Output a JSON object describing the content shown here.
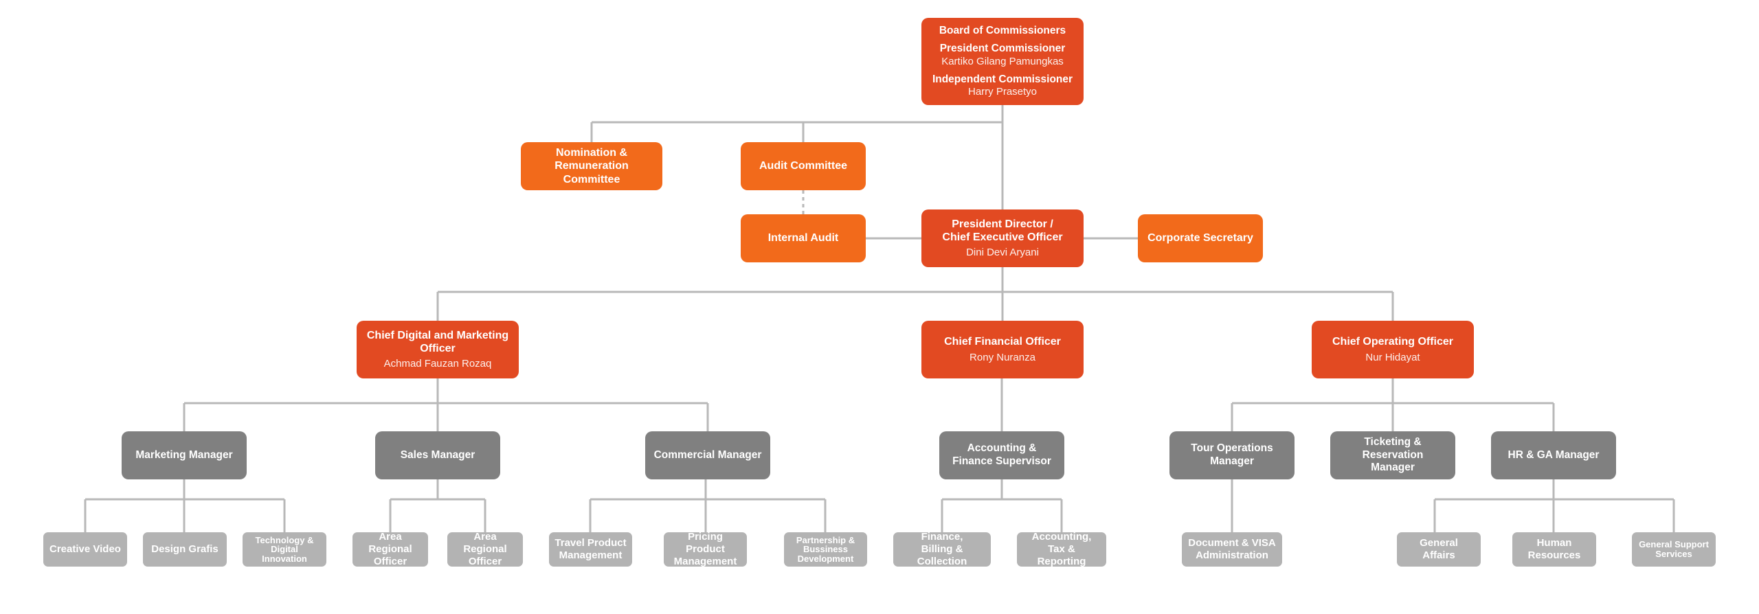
{
  "board": {
    "title": "Board of Commissioners",
    "members": [
      {
        "role": "President Commissioner",
        "name": "Kartiko Gilang Pamungkas"
      },
      {
        "role": "Independent Commissioner",
        "name": "Harry Prasetyo"
      }
    ]
  },
  "committees": {
    "nomination": "Nomination & Remuneration\nCommittee",
    "audit": "Audit Committee"
  },
  "internal_audit": "Internal Audit",
  "ceo": {
    "title": "President Director /\nChief Executive Officer",
    "name": "Dini Devi Aryani"
  },
  "corporate_secretary": "Corporate Secretary",
  "chiefs": {
    "cdmo": {
      "title": "Chief Digital and Marketing\nOfficer",
      "name": "Achmad Fauzan Rozaq"
    },
    "cfo": {
      "title": "Chief Financial Officer",
      "name": "Rony Nuranza"
    },
    "coo": {
      "title": "Chief Operating Officer",
      "name": "Nur Hidayat"
    }
  },
  "managers": {
    "marketing": "Marketing Manager",
    "sales": "Sales Manager",
    "commercial": "Commercial Manager",
    "accounting": "Accounting &\nFinance Supervisor",
    "tour": "Tour Operations\nManager",
    "ticketing": "Ticketing & Reservation\nManager",
    "hr": "HR & GA Manager"
  },
  "units": {
    "creative_video": "Creative Video",
    "design_grafis": "Design Grafis",
    "tech_digital": "Technology &\nDigital Innovation",
    "area_regional_1": "Area Regional\nOfficer",
    "area_regional_2": "Area Regional\nOfficer",
    "travel_product": "Travel Product\nManagement",
    "pricing_product": "Pricing Product\nManagement",
    "partnership": "Partnership &\nBussiness\nDevelopment",
    "finance_billing": "Finance,\nBilling & Collection",
    "accounting_tax": "Accounting,\nTax & Reporting",
    "document_visa": "Document & VISA\nAdministration",
    "general_affairs": "General Affairs",
    "human_resources": "Human\nResources",
    "general_support": "General Support\nServices"
  },
  "colors": {
    "executive": "#e24a22",
    "committee": "#f26a1b",
    "manager": "#808080",
    "unit": "#b3b3b3",
    "connector": "#b8b8b8"
  }
}
